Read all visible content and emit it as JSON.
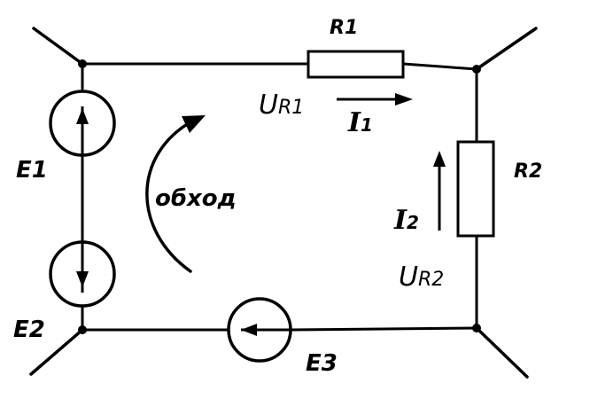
{
  "labels": {
    "r1": "R1",
    "r2": "R2",
    "ur1_main": "U",
    "ur1_sub": "R1",
    "ur2_main": "U",
    "ur2_sub": "R2",
    "i1_main": "I",
    "i1_sub": "1",
    "i2_main": "I",
    "i2_sub": "2",
    "e1": "E1",
    "e2": "E2",
    "e3": "E3",
    "loop": "обход"
  },
  "colors": {
    "line": "#000000",
    "background": "#ffffff"
  }
}
